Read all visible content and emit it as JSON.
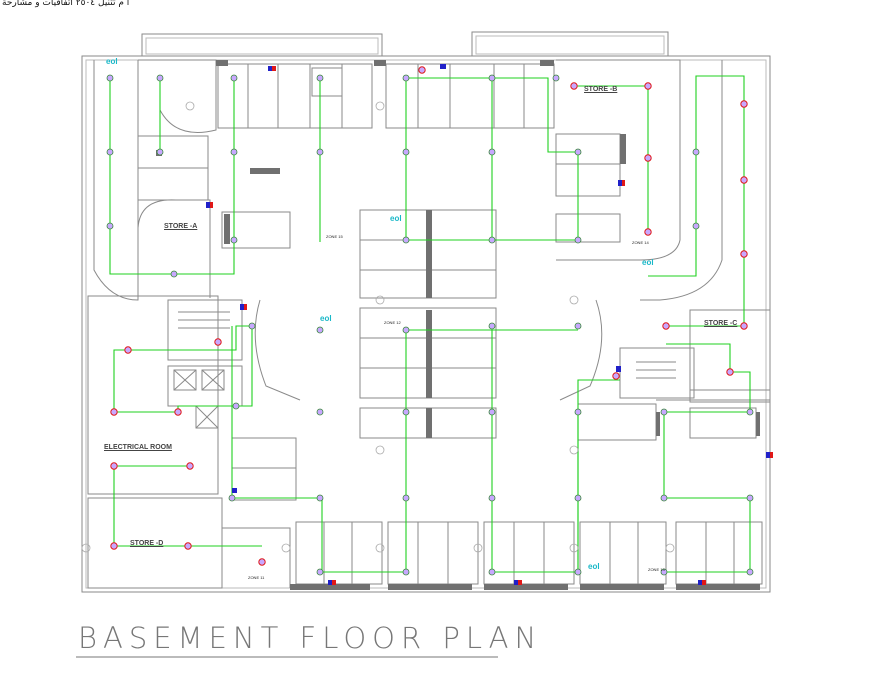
{
  "header_note": "ا م تثنيل ٢٥٠٤ اتفاقيات و مشارحة",
  "title": "BASEMENT FLOOR PLAN",
  "rooms": {
    "store_a": "STORE -A",
    "store_b": "STORE -B",
    "store_c": "STORE -C",
    "store_d": "STORE -D",
    "electrical_room": "ELECTRICAL ROOM"
  },
  "zones": {
    "zone_15": "ZONE 15",
    "zone_12": "ZONE 12",
    "zone_14": "ZONE 14",
    "zone_11": "ZONE 11",
    "zone_13": "ZONE 13"
  },
  "eol": [
    "eol",
    "eol",
    "eol",
    "eol",
    "eol"
  ],
  "colors": {
    "wall": "#8a8a8a",
    "wiring": "#1fd01f",
    "detector_fill": "#c8a8ff",
    "detector_ring": "#3a8a3a",
    "fire_detector": "#e01818",
    "panel_blue": "#2020c8",
    "eol_text": "#19b8c8",
    "column": "#707070"
  }
}
